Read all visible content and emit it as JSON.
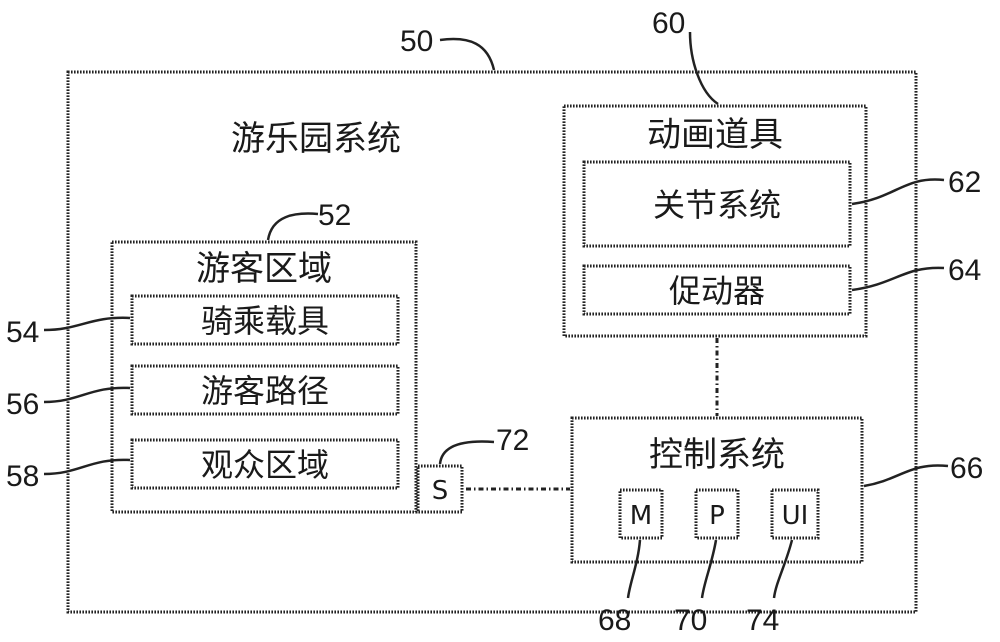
{
  "system": {
    "title": "游乐园系统",
    "ref": "50"
  },
  "guest_area": {
    "title": "游客区域",
    "ref": "52",
    "items": [
      {
        "label": "骑乘载具",
        "ref": "54"
      },
      {
        "label": "游客路径",
        "ref": "56"
      },
      {
        "label": "观众区域",
        "ref": "58"
      }
    ]
  },
  "sensor": {
    "label": "S",
    "ref": "72"
  },
  "animated_prop": {
    "title": "动画道具",
    "ref": "60",
    "articulation": {
      "label": "关节系统",
      "ref": "62"
    },
    "actuator": {
      "label": "促动器",
      "ref": "64"
    }
  },
  "control_system": {
    "title": "控制系统",
    "ref": "66",
    "memory": {
      "label": "M",
      "ref": "68"
    },
    "processor": {
      "label": "P",
      "ref": "70"
    },
    "user_interface": {
      "label": "UI",
      "ref": "74"
    }
  }
}
